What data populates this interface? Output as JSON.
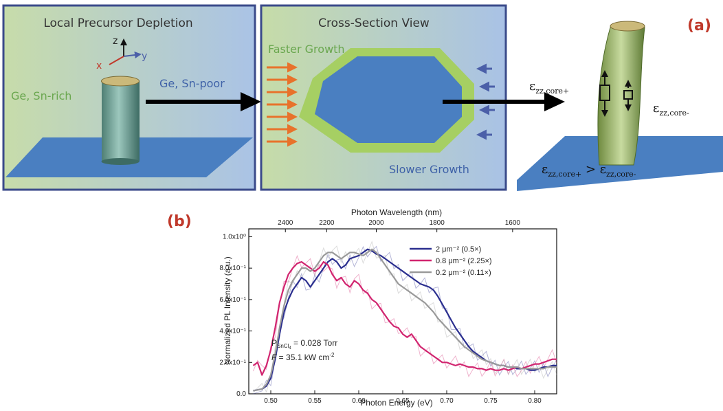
{
  "panel_a": {
    "label": "(a)",
    "left_title": "Local Precursor Depletion",
    "middle_title": "Cross-Section View",
    "axes": {
      "z": "z",
      "x": "x",
      "y": "y"
    },
    "ge_sn_rich": "Ge, Sn-rich",
    "ge_sn_poor": "Ge, Sn-poor",
    "faster_growth": "Faster Growth",
    "slower_growth": "Slower Growth",
    "strain_plus": "ε",
    "strain_plus_sub": "zz,core+",
    "strain_minus": "ε",
    "strain_minus_sub": "zz,core-",
    "inequality_left": "ε",
    "inequality_left_sub": "zz,core+",
    "inequality_op": " > ",
    "inequality_right": "ε",
    "inequality_right_sub": "zz,core-"
  },
  "panel_b": {
    "label": "(b)",
    "annotation_line1_main": "P",
    "annotation_line1_sub": "SnCl",
    "annotation_line1_sub2": "4",
    "annotation_line1_rest": " = 0.028 Torr",
    "annotation_line2_main": "F",
    "annotation_line2_rest": " = 35.1 kW cm",
    "annotation_line2_sup": "-2"
  },
  "colors": {
    "series_blue": "#2b2f8f",
    "series_pink": "#d1246f",
    "series_gray": "#9a9a9a",
    "panel_green": "#c9deae",
    "panel_blue": "#a9c3e6",
    "hex_blue": "#4a7fc1",
    "hex_green": "#a6cf63",
    "arrow_orange": "#e8722b",
    "arrow_blue": "#4b5fa8",
    "substrate": "#4a7fc1",
    "accent_red": "#c0392b"
  },
  "chart_data": {
    "type": "line",
    "xlabel": "Photon Energy (eV)",
    "ylabel": "Normalized PL Intensity (a.u.)",
    "top_xlabel": "Photon Wavelength (nm)",
    "xlim": [
      0.475,
      0.825
    ],
    "ylim": [
      0.0,
      1.05
    ],
    "x_ticks": [
      0.5,
      0.55,
      0.6,
      0.65,
      0.7,
      0.75,
      0.8
    ],
    "x_tick_labels": [
      "0.50",
      "0.55",
      "0.60",
      "0.65",
      "0.70",
      "0.75",
      "0.80"
    ],
    "y_ticks": [
      0.0,
      0.2,
      0.4,
      0.6,
      0.8,
      1.0
    ],
    "y_tick_labels": [
      "0.0",
      "2.0x10⁻¹",
      "4.0x10⁻¹",
      "6.0x10⁻¹",
      "8.0x10⁻¹",
      "1.0x10⁰"
    ],
    "top_ticks_nm": [
      2400,
      2200,
      2000,
      1800,
      1600
    ],
    "top_tick_labels": [
      "2400",
      "2200",
      "2000",
      "1800",
      "1600"
    ],
    "series": [
      {
        "name": "2 μm⁻² (0.5×)",
        "color": "#2b2f8f",
        "x": [
          0.48,
          0.49,
          0.495,
          0.5,
          0.505,
          0.51,
          0.515,
          0.52,
          0.525,
          0.53,
          0.535,
          0.54,
          0.545,
          0.55,
          0.555,
          0.56,
          0.565,
          0.57,
          0.575,
          0.58,
          0.585,
          0.59,
          0.595,
          0.6,
          0.605,
          0.61,
          0.615,
          0.62,
          0.625,
          0.63,
          0.635,
          0.64,
          0.645,
          0.65,
          0.655,
          0.66,
          0.665,
          0.67,
          0.675,
          0.68,
          0.685,
          0.69,
          0.695,
          0.7,
          0.705,
          0.71,
          0.715,
          0.72,
          0.725,
          0.73,
          0.735,
          0.74,
          0.745,
          0.75,
          0.755,
          0.76,
          0.765,
          0.77,
          0.775,
          0.78,
          0.785,
          0.79,
          0.795,
          0.8,
          0.805,
          0.81,
          0.815,
          0.82,
          0.825
        ],
        "y": [
          0.02,
          0.03,
          0.05,
          0.1,
          0.22,
          0.38,
          0.52,
          0.6,
          0.66,
          0.7,
          0.74,
          0.72,
          0.68,
          0.72,
          0.76,
          0.8,
          0.84,
          0.86,
          0.84,
          0.8,
          0.82,
          0.86,
          0.87,
          0.88,
          0.9,
          0.92,
          0.91,
          0.89,
          0.88,
          0.86,
          0.84,
          0.82,
          0.8,
          0.78,
          0.76,
          0.74,
          0.72,
          0.7,
          0.69,
          0.68,
          0.66,
          0.62,
          0.57,
          0.52,
          0.47,
          0.42,
          0.38,
          0.34,
          0.3,
          0.27,
          0.25,
          0.23,
          0.21,
          0.2,
          0.19,
          0.18,
          0.18,
          0.17,
          0.17,
          0.16,
          0.16,
          0.16,
          0.15,
          0.15,
          0.16,
          0.17,
          0.17,
          0.18,
          0.18
        ]
      },
      {
        "name": "0.8 μm⁻² (2.25×)",
        "color": "#d1246f",
        "x": [
          0.48,
          0.485,
          0.49,
          0.495,
          0.5,
          0.505,
          0.51,
          0.515,
          0.52,
          0.525,
          0.53,
          0.535,
          0.54,
          0.545,
          0.55,
          0.555,
          0.56,
          0.565,
          0.57,
          0.575,
          0.58,
          0.585,
          0.59,
          0.595,
          0.6,
          0.605,
          0.61,
          0.615,
          0.62,
          0.625,
          0.63,
          0.635,
          0.64,
          0.645,
          0.65,
          0.655,
          0.66,
          0.665,
          0.67,
          0.675,
          0.68,
          0.685,
          0.69,
          0.695,
          0.7,
          0.705,
          0.71,
          0.715,
          0.72,
          0.725,
          0.73,
          0.735,
          0.74,
          0.745,
          0.75,
          0.755,
          0.76,
          0.765,
          0.77,
          0.775,
          0.78,
          0.785,
          0.79,
          0.795,
          0.8,
          0.805,
          0.81,
          0.815,
          0.82,
          0.825
        ],
        "y": [
          0.18,
          0.2,
          0.12,
          0.18,
          0.28,
          0.42,
          0.58,
          0.68,
          0.76,
          0.8,
          0.83,
          0.84,
          0.82,
          0.8,
          0.78,
          0.8,
          0.84,
          0.82,
          0.76,
          0.72,
          0.74,
          0.7,
          0.68,
          0.72,
          0.7,
          0.66,
          0.64,
          0.6,
          0.58,
          0.54,
          0.5,
          0.46,
          0.43,
          0.42,
          0.38,
          0.36,
          0.38,
          0.34,
          0.3,
          0.28,
          0.26,
          0.24,
          0.22,
          0.2,
          0.2,
          0.19,
          0.18,
          0.19,
          0.18,
          0.17,
          0.17,
          0.16,
          0.16,
          0.15,
          0.16,
          0.15,
          0.15,
          0.16,
          0.15,
          0.16,
          0.17,
          0.16,
          0.17,
          0.18,
          0.19,
          0.19,
          0.2,
          0.21,
          0.22,
          0.22
        ]
      },
      {
        "name": "0.2 μm⁻² (0.11×)",
        "color": "#9a9a9a",
        "x": [
          0.48,
          0.49,
          0.495,
          0.5,
          0.505,
          0.51,
          0.515,
          0.52,
          0.525,
          0.53,
          0.535,
          0.54,
          0.545,
          0.55,
          0.555,
          0.56,
          0.565,
          0.57,
          0.575,
          0.58,
          0.585,
          0.59,
          0.595,
          0.6,
          0.605,
          0.61,
          0.615,
          0.62,
          0.625,
          0.63,
          0.635,
          0.64,
          0.645,
          0.65,
          0.655,
          0.66,
          0.665,
          0.67,
          0.675,
          0.68,
          0.685,
          0.69,
          0.695,
          0.7,
          0.705,
          0.71,
          0.715,
          0.72,
          0.725,
          0.73,
          0.735,
          0.74,
          0.745,
          0.75,
          0.755,
          0.76,
          0.765,
          0.77,
          0.775,
          0.78,
          0.785,
          0.79,
          0.795,
          0.8,
          0.805,
          0.81,
          0.815,
          0.82,
          0.825
        ],
        "y": [
          0.02,
          0.03,
          0.06,
          0.12,
          0.25,
          0.42,
          0.56,
          0.66,
          0.72,
          0.76,
          0.8,
          0.8,
          0.78,
          0.8,
          0.84,
          0.88,
          0.9,
          0.9,
          0.88,
          0.86,
          0.88,
          0.9,
          0.9,
          0.89,
          0.88,
          0.9,
          0.92,
          0.9,
          0.86,
          0.82,
          0.78,
          0.74,
          0.7,
          0.68,
          0.66,
          0.64,
          0.62,
          0.6,
          0.58,
          0.55,
          0.52,
          0.48,
          0.45,
          0.42,
          0.39,
          0.36,
          0.33,
          0.3,
          0.28,
          0.26,
          0.24,
          0.22,
          0.21,
          0.2,
          0.19,
          0.18,
          0.18,
          0.17,
          0.17,
          0.17,
          0.16,
          0.16,
          0.16,
          0.16,
          0.16,
          0.16,
          0.17,
          0.17,
          0.17
        ]
      }
    ]
  }
}
